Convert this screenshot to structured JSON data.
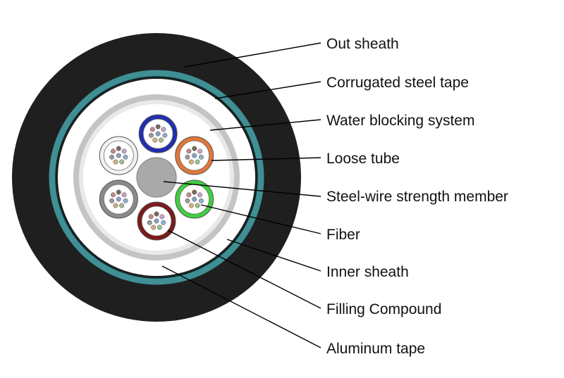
{
  "labels": {
    "out_sheath": "Out sheath",
    "corrugated_steel_tape": "Corrugated steel tape",
    "water_blocking_system": "Water blocking system",
    "loose_tube": "Loose tube",
    "steel_wire_strength_member": "Steel-wire strength member",
    "fiber": "Fiber",
    "inner_sheath": "Inner sheath",
    "filling_compound": "Filling Compound",
    "aluminum_tape": "Aluminum tape"
  },
  "colors": {
    "out_sheath": "#1f1f1f",
    "steel_tape": "#3f8f95",
    "inner_sheath": "#ffffff",
    "aluminum_tape": "#c4c4c4",
    "central_member": "#a9a9a9",
    "tube_blue": "#1f2fb0",
    "tube_orange": "#e1763a",
    "tube_green": "#3fcf3f",
    "tube_brown": "#7a1a1a",
    "tube_gray": "#8a8a8a",
    "tube_white": "#f2f2f2"
  },
  "loose_tubes": [
    {
      "name": "loose-tube-blue",
      "color": "#1f2fb0"
    },
    {
      "name": "loose-tube-orange",
      "color": "#e1763a"
    },
    {
      "name": "loose-tube-green",
      "color": "#3fcf3f"
    },
    {
      "name": "loose-tube-brown",
      "color": "#7a1a1a"
    },
    {
      "name": "loose-tube-gray",
      "color": "#8a8a8a"
    },
    {
      "name": "loose-tube-white",
      "color": "#f2f2f2"
    }
  ],
  "fiber_colors": [
    "#7a6a5a",
    "#c9a3c9",
    "#90b0d0",
    "#a0c090",
    "#d4b080",
    "#9a9a9a",
    "#c48a8a",
    "#8aa0c4"
  ]
}
